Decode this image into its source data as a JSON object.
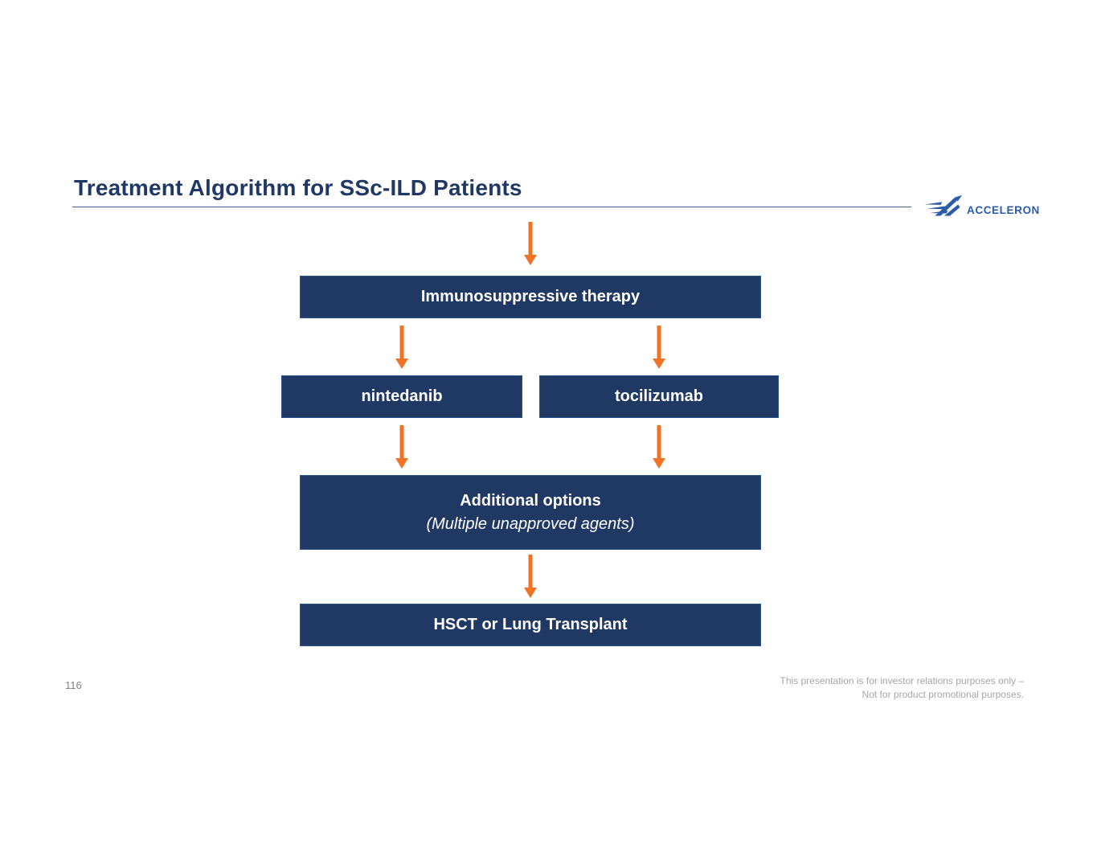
{
  "slide": {
    "title": "Treatment Algorithm for SSc-ILD Patients",
    "page_number": "116",
    "footer": {
      "line1": "This presentation is for investor relations purposes only –",
      "line2": "Not for product promotional purposes."
    },
    "logo": {
      "text": "ACCELERON",
      "icon": "acceleron-swoosh-icon"
    }
  },
  "flowchart": {
    "boxes": [
      {
        "id": "immunosuppressive-therapy",
        "label": "Immunosuppressive therapy"
      },
      {
        "id": "nintedanib",
        "label": "nintedanib"
      },
      {
        "id": "tocilizumab",
        "label": "tocilizumab"
      },
      {
        "id": "additional-options",
        "label": "Additional options",
        "sublabel": "(Multiple unapproved agents)"
      },
      {
        "id": "hsct-or-lung-transplant",
        "label": "HSCT or Lung Transplant"
      }
    ],
    "arrows": [
      {
        "from": "start",
        "to": "immunosuppressive-therapy"
      },
      {
        "from": "immunosuppressive-therapy",
        "to": "nintedanib"
      },
      {
        "from": "immunosuppressive-therapy",
        "to": "tocilizumab"
      },
      {
        "from": "nintedanib",
        "to": "additional-options"
      },
      {
        "from": "tocilizumab",
        "to": "additional-options"
      },
      {
        "from": "additional-options",
        "to": "hsct-or-lung-transplant"
      }
    ]
  },
  "colors": {
    "box_background": "#1F3864",
    "box_border": "#2D5390",
    "box_text": "#FFFFFF",
    "arrow_orange": "#F07323",
    "title_navy": "#1F3864",
    "divider_blue": "#44608F",
    "logo_blue": "#2B5CA9",
    "footer_gray": "#A6A6A6",
    "page_number_gray": "#7F7F7F"
  }
}
